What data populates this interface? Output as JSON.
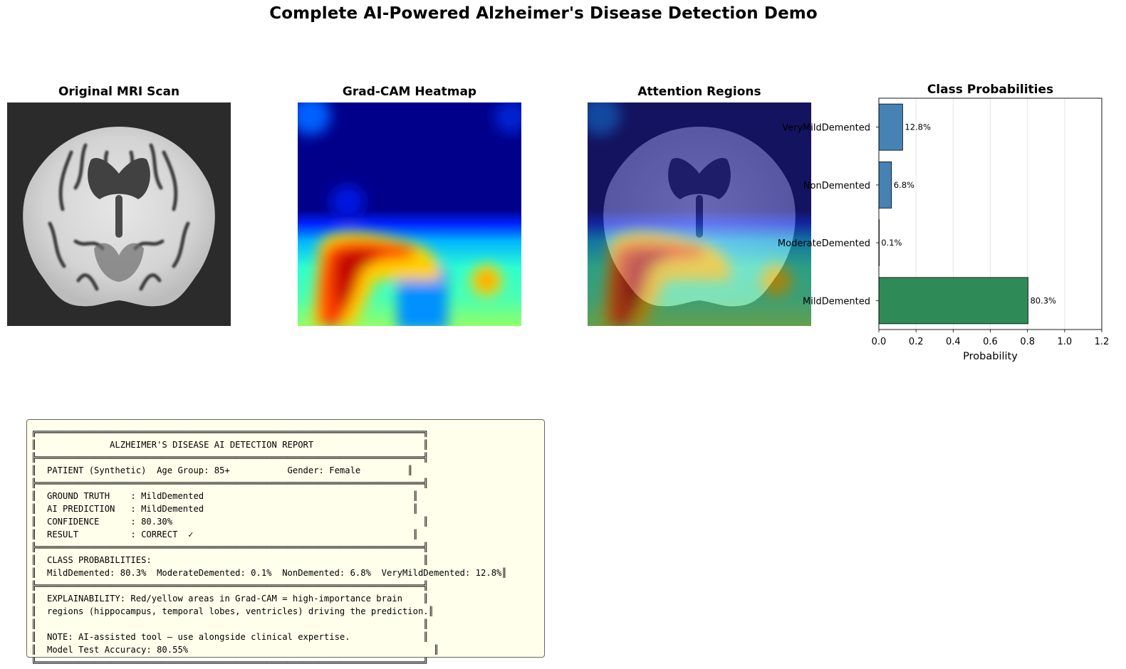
{
  "figure": {
    "title": "Complete AI-Powered Alzheimer's Disease Detection Demo"
  },
  "panels": {
    "original": {
      "title": "Original MRI Scan"
    },
    "gradcam": {
      "title": "Grad-CAM Heatmap"
    },
    "attention": {
      "title": "Attention Regions"
    }
  },
  "chart_data": {
    "type": "bar",
    "orientation": "horizontal",
    "title": "Class Probabilities",
    "xlabel": "Probability",
    "ylabel": "",
    "categories": [
      "MildDemented",
      "ModerateDemented",
      "NonDemented",
      "VeryMildDemented"
    ],
    "values": [
      0.803,
      0.001,
      0.068,
      0.128
    ],
    "value_labels": [
      "80.3%",
      "0.1%",
      "6.8%",
      "12.8%"
    ],
    "bar_colors": [
      "#2e8b57",
      "#4682b4",
      "#4682b4",
      "#4682b4"
    ],
    "xlim": [
      0,
      1.2
    ],
    "xticks": [
      "0.0",
      "0.2",
      "0.4",
      "0.6",
      "0.8",
      "1.0",
      "1.2"
    ],
    "grid": "x",
    "legend": "none"
  },
  "report": {
    "lines": [
      "╔══════════════════════════════════════════════════════════════════════════╗",
      "║              ALZHEIMER'S DISEASE AI DETECTION REPORT                     ║",
      "╠══════════════════════════════════════════════════════════════════════════╣",
      "║  PATIENT (Synthetic)  Age Group: 85+           Gender: Female         ║",
      "╠══════════════════════════════════════════════════════════════════════════╣",
      "║  GROUND TRUTH    : MildDemented                                        ║",
      "║  AI PREDICTION   : MildDemented                                        ║",
      "║  CONFIDENCE      : 80.30%                                                ║",
      "║  RESULT          : CORRECT  ✓                                          ║",
      "╠══════════════════════════════════════════════════════════════════════════╣",
      "║  CLASS PROBABILITIES:                                                    ║",
      "║  MildDemented: 80.3%  ModerateDemented: 0.1%  NonDemented: 6.8%  VeryMildDemented: 12.8%║",
      "╠══════════════════════════════════════════════════════════════════════════╣",
      "║  EXPLAINABILITY: Red/yellow areas in Grad-CAM = high-importance brain    ║",
      "║  regions (hippocampus, temporal lobes, ventricles) driving the prediction.║",
      "║                                                                          ║",
      "║  NOTE: AI-assisted tool — use alongside clinical expertise.              ║",
      "║  Model Test Accuracy: 80.55%                                               ║",
      "╚══════════════════════════════════════════════════════════════════════════╝"
    ]
  }
}
